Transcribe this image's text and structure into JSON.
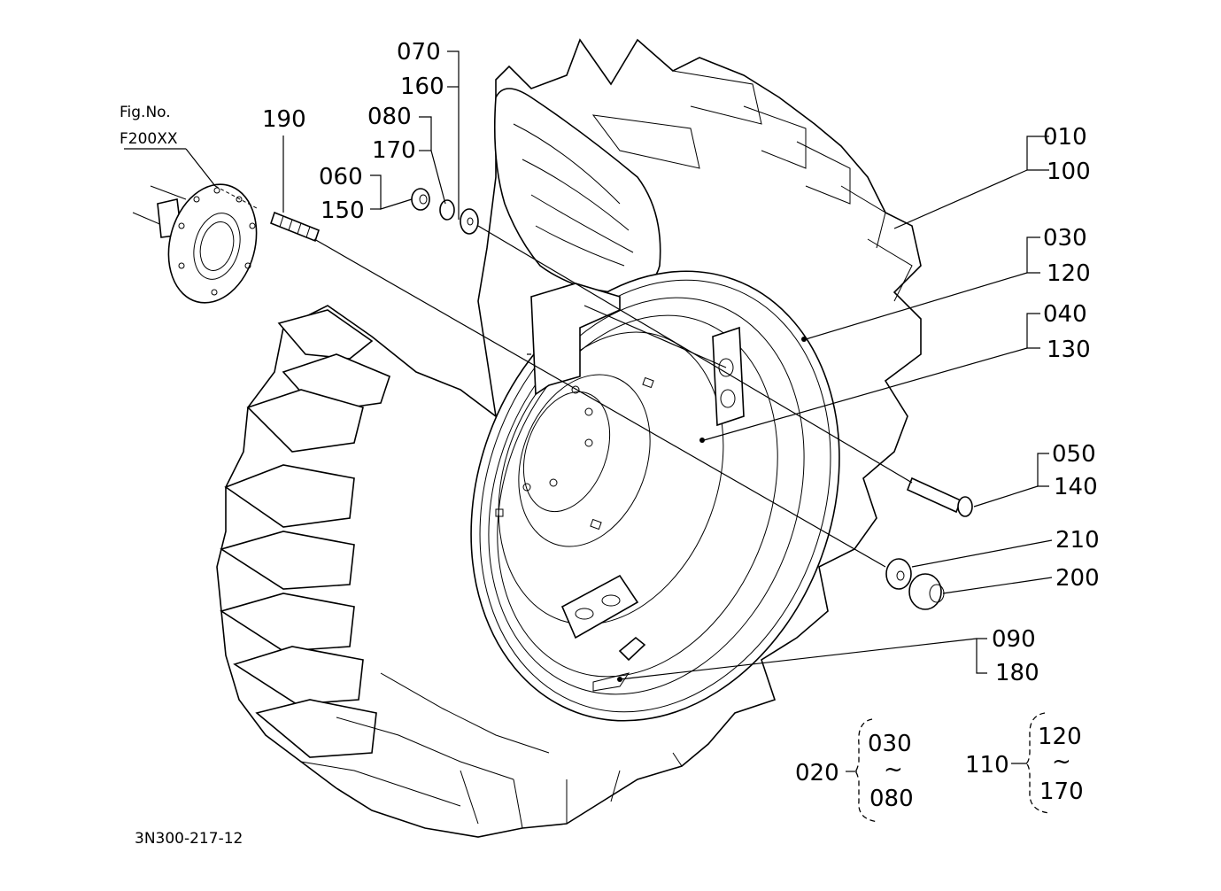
{
  "figure": {
    "fig_no_label": "Fig.No.",
    "fig_no_value": "F200XX",
    "drawing_number": "3N300-217-12"
  },
  "callouts": {
    "c190": "190",
    "c070": "070",
    "c160": "160",
    "c080": "080",
    "c170": "170",
    "c060": "060",
    "c150": "150",
    "c010": "010",
    "c100": "100",
    "c030": "030",
    "c120": "120",
    "c040": "040",
    "c130": "130",
    "c050": "050",
    "c140": "140",
    "c210": "210",
    "c200": "200",
    "c090": "090",
    "c180": "180"
  },
  "groups": {
    "g020_id": "020",
    "g020_from": "030",
    "g020_to": "080",
    "g110_id": "110",
    "g110_from": "120",
    "g110_to": "170",
    "range_glyph": "~"
  }
}
